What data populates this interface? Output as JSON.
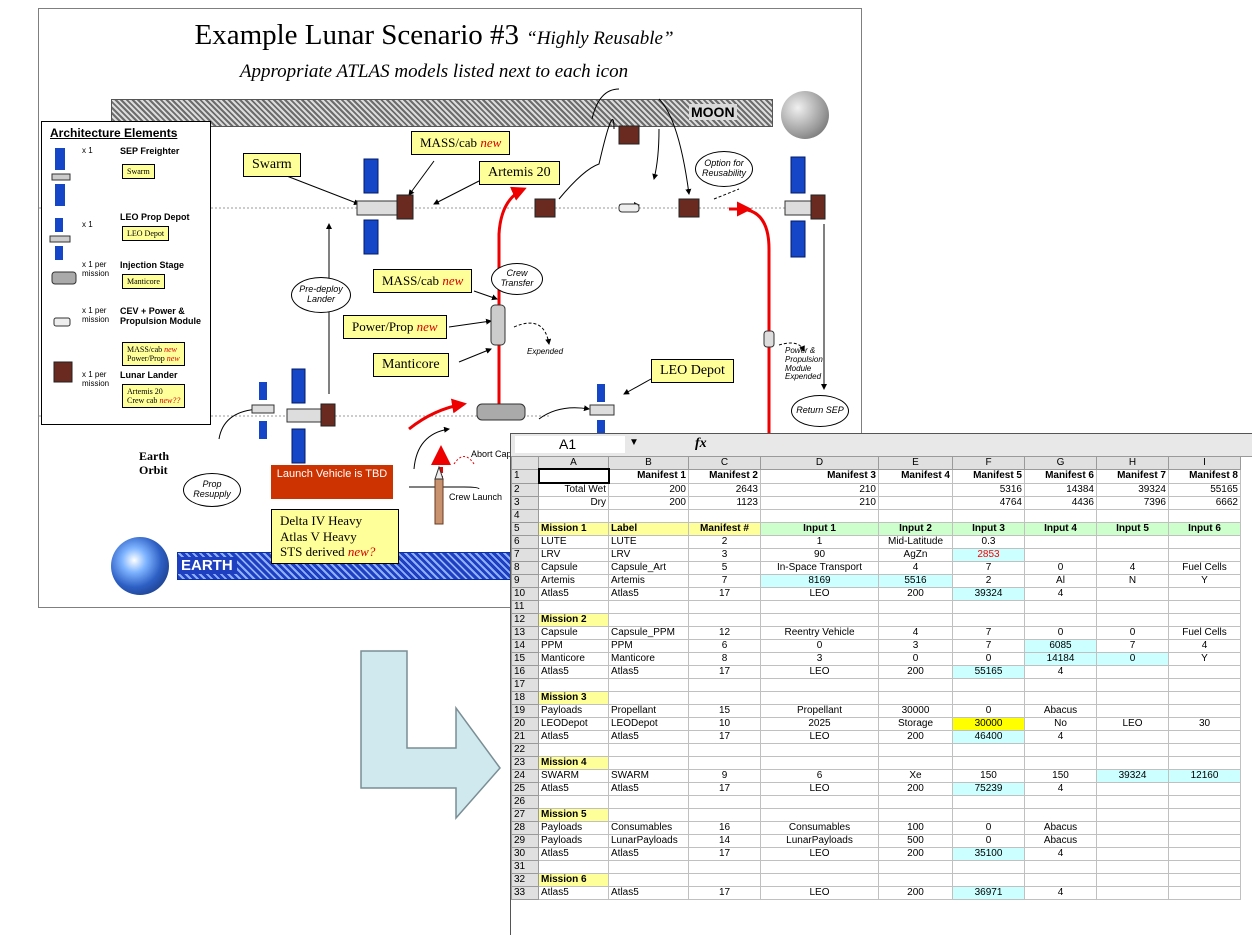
{
  "slide": {
    "title": "Example Lunar Scenario #3",
    "title_tag": "“Highly Reusable”",
    "subtitle": "Appropriate ATLAS models listed next to each icon",
    "moon_label": "MOON",
    "earth_label": "EARTH",
    "earth_orbit_label": "Earth\nOrbit",
    "legend": {
      "title": "Architecture Elements",
      "items": [
        {
          "count": "x 1",
          "name": "SEP Freighter",
          "models": [
            "Swarm"
          ]
        },
        {
          "count": "x 1",
          "name": "LEO Prop Depot",
          "models": [
            "LEO Depot"
          ]
        },
        {
          "count": "x 1 per mission",
          "name": "Injection Stage",
          "models": [
            "Manticore"
          ]
        },
        {
          "count": "x 1 per mission",
          "name": "CEV + Power & Propulsion Module",
          "models": [
            "MASS/cab",
            "Power/Prop"
          ],
          "new": "new"
        },
        {
          "count": "x 1 per mission",
          "name": "Lunar Lander",
          "models": [
            "Artemis 20",
            "Crew cab"
          ],
          "new": "new??"
        }
      ]
    },
    "boxes": {
      "mass_cab_top": "MASS/cab",
      "swarm": "Swarm",
      "artemis": "Artemis 20",
      "mass_cab_mid": "MASS/cab",
      "power_prop": "Power/Prop",
      "manticore": "Manticore",
      "leo_depot": "LEO Depot",
      "launch_a": "Delta IV Heavy",
      "launch_b": "Atlas V Heavy",
      "launch_c": "STS derived",
      "new": "new",
      "new_q": "new?"
    },
    "ovals": {
      "predeploy": "Pre-deploy Lander",
      "crew_transfer": "Crew Transfer",
      "option_reuse": "Option for Reusability",
      "return_sep": "Return SEP",
      "prop_resupply": "Prop Resupply"
    },
    "launch_vehicle": "Launch Vehicle is TBD",
    "expended": "Expended",
    "ppm_expended": "Power & Propulsion Module Expended",
    "abort": "Abort Capab",
    "crew_launch": "Crew Launch"
  },
  "sheet": {
    "namebox": "A1",
    "fx": "fx",
    "columns": [
      "A",
      "B",
      "C",
      "D",
      "E",
      "F",
      "G",
      "H",
      "I"
    ],
    "rows": [
      [
        "",
        "Manifest 1",
        "Manifest 2",
        "Manifest 3",
        "Manifest 4",
        "Manifest 5",
        "Manifest 6",
        "Manifest 7",
        "Manifest 8"
      ],
      [
        "Total Wet",
        "200",
        "2643",
        "210",
        "",
        "5316",
        "14384",
        "39324",
        "55165"
      ],
      [
        "Dry",
        "200",
        "1123",
        "210",
        "",
        "4764",
        "4436",
        "7396",
        "6662"
      ],
      [
        "",
        "",
        "",
        "",
        "",
        "",
        "",
        "",
        ""
      ],
      [
        "Mission 1",
        "Label",
        "Manifest #",
        "Input 1",
        "Input 2",
        "Input 3",
        "Input 4",
        "Input 5",
        "Input 6"
      ],
      [
        "LUTE",
        "LUTE",
        "2",
        "1",
        "Mid-Latitude",
        "0.3",
        "",
        "",
        ""
      ],
      [
        "LRV",
        "LRV",
        "3",
        "90",
        "AgZn",
        "2853",
        "",
        "",
        ""
      ],
      [
        "Capsule",
        "Capsule_Art",
        "5",
        "In-Space Transport",
        "4",
        "7",
        "0",
        "4",
        "Fuel Cells"
      ],
      [
        "Artemis",
        "Artemis",
        "7",
        "8169",
        "5516",
        "2",
        "Al",
        "N",
        "Y"
      ],
      [
        "Atlas5",
        "Atlas5",
        "17",
        "LEO",
        "200",
        "39324",
        "4",
        "",
        ""
      ],
      [
        "",
        "",
        "",
        "",
        "",
        "",
        "",
        "",
        ""
      ],
      [
        "Mission 2",
        "",
        "",
        "",
        "",
        "",
        "",
        "",
        ""
      ],
      [
        "Capsule",
        "Capsule_PPM",
        "12",
        "Reentry Vehicle",
        "4",
        "7",
        "0",
        "0",
        "Fuel Cells"
      ],
      [
        "PPM",
        "PPM",
        "6",
        "0",
        "3",
        "7",
        "6085",
        "7",
        "4"
      ],
      [
        "Manticore",
        "Manticore",
        "8",
        "3",
        "0",
        "0",
        "14184",
        "0",
        "Y"
      ],
      [
        "Atlas5",
        "Atlas5",
        "17",
        "LEO",
        "200",
        "55165",
        "4",
        "",
        ""
      ],
      [
        "",
        "",
        "",
        "",
        "",
        "",
        "",
        "",
        ""
      ],
      [
        "Mission 3",
        "",
        "",
        "",
        "",
        "",
        "",
        "",
        ""
      ],
      [
        "Payloads",
        "Propellant",
        "15",
        "Propellant",
        "30000",
        "0",
        "Abacus",
        "",
        ""
      ],
      [
        "LEODepot",
        "LEODepot",
        "10",
        "2025",
        "Storage",
        "30000",
        "No",
        "LEO",
        "30"
      ],
      [
        "Atlas5",
        "Atlas5",
        "17",
        "LEO",
        "200",
        "46400",
        "4",
        "",
        ""
      ],
      [
        "",
        "",
        "",
        "",
        "",
        "",
        "",
        "",
        ""
      ],
      [
        "Mission 4",
        "",
        "",
        "",
        "",
        "",
        "",
        "",
        ""
      ],
      [
        "SWARM",
        "SWARM",
        "9",
        "6",
        "Xe",
        "150",
        "150",
        "39324",
        "12160"
      ],
      [
        "Atlas5",
        "Atlas5",
        "17",
        "LEO",
        "200",
        "75239",
        "4",
        "",
        ""
      ],
      [
        "",
        "",
        "",
        "",
        "",
        "",
        "",
        "",
        ""
      ],
      [
        "Mission 5",
        "",
        "",
        "",
        "",
        "",
        "",
        "",
        ""
      ],
      [
        "Payloads",
        "Consumables",
        "16",
        "Consumables",
        "100",
        "0",
        "Abacus",
        "",
        ""
      ],
      [
        "Payloads",
        "LunarPayloads",
        "14",
        "LunarPayloads",
        "500",
        "0",
        "Abacus",
        "",
        ""
      ],
      [
        "Atlas5",
        "Atlas5",
        "17",
        "LEO",
        "200",
        "35100",
        "4",
        "",
        ""
      ],
      [
        "",
        "",
        "",
        "",
        "",
        "",
        "",
        "",
        ""
      ],
      [
        "Mission 6",
        "",
        "",
        "",
        "",
        "",
        "",
        "",
        ""
      ],
      [
        "Atlas5",
        "Atlas5",
        "17",
        "LEO",
        "200",
        "36971",
        "4",
        "",
        ""
      ]
    ]
  },
  "colors": {
    "highlight_yellow": "#ffff99",
    "header_green": "#ccffcc",
    "cell_cyan": "#ccffff",
    "launch_red": "#cc3300",
    "arrow_fill": "#cfe9ef"
  }
}
